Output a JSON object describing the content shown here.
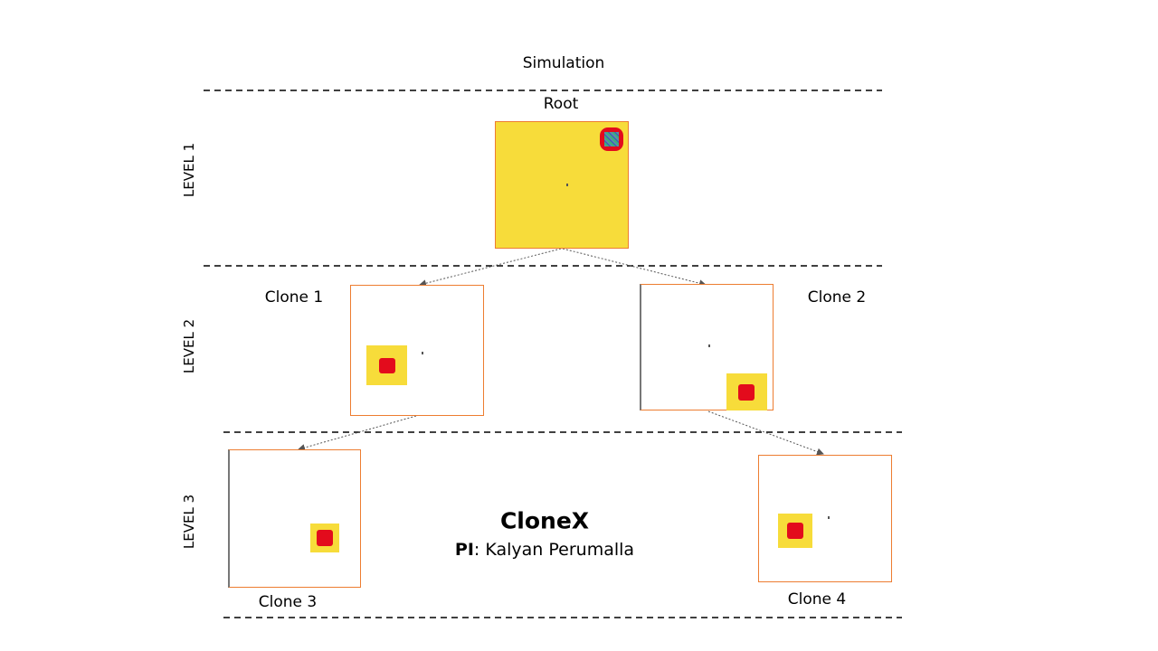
{
  "header": {
    "title": "Simulation"
  },
  "levels": [
    "LEVEL 1",
    "LEVEL 2",
    "LEVEL 3"
  ],
  "nodes": {
    "root": "Root",
    "clone1": "Clone 1",
    "clone2": "Clone 2",
    "clone3": "Clone 3",
    "clone4": "Clone 4"
  },
  "project": {
    "name": "CloneX",
    "pi_label": "PI",
    "pi_name": ": Kalyan Perumalla"
  },
  "colors": {
    "frame_border": "#ed7d31",
    "field": "#f7dc3a",
    "hotspot": "#e30b1c",
    "arrow": "#555555"
  }
}
